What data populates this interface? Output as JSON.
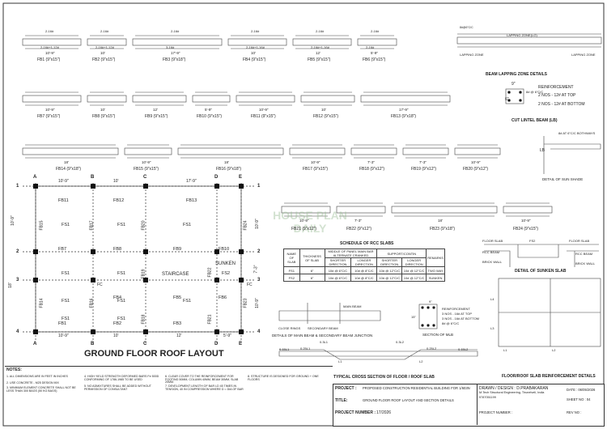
{
  "title": "GROUND FLOOR ROOF LAYOUT",
  "beams_row1": [
    {
      "label": "FB1 (9\"x15\")",
      "bars_top": "2-16#",
      "bars_bot": "2-16#+1-12#",
      "span": "10'-9\""
    },
    {
      "label": "FB2 (9\"x15\")",
      "bars_top": "2-16#",
      "bars_bot": "2-16#+1-12#",
      "span": "10'"
    },
    {
      "label": "FB3 (9\"x18\")",
      "bars_top": "2-16#",
      "bars_bot": "3-16#",
      "span": "17'-9\""
    },
    {
      "label": "FB4 (9\"x15\")",
      "bars_top": "2-16#",
      "bars_bot": "2-16#+1-16#",
      "span": "10'"
    },
    {
      "label": "FB5 (9\"x15\")",
      "bars_top": "2-16#",
      "bars_bot": "2-16#+1-16#",
      "span": "12'"
    },
    {
      "label": "FB6 (9\"x15\")",
      "bars_top": "2-16#",
      "bars_bot": "2-16#",
      "span": "5'-9\""
    }
  ],
  "beams_row2": [
    {
      "label": "FB7 (9\"x15\")",
      "span": "10'-9\""
    },
    {
      "label": "FB8 (9\"x15\")",
      "span": "10'"
    },
    {
      "label": "FB9 (9\"x15\")",
      "span": "12'"
    },
    {
      "label": "FB10 (9\"x15\")",
      "span": "5'-9\""
    },
    {
      "label": "FB11 (9\"x15\")",
      "span": "10'-9\""
    },
    {
      "label": "FB12 (9\"x15\")",
      "span": "10'"
    },
    {
      "label": "FB13 (9\"x18\")",
      "span": "17'-9\""
    }
  ],
  "beams_row3": [
    {
      "label": "FB14 (9\"x18\")",
      "span": "18'"
    },
    {
      "label": "FB15 (9\"x15\")",
      "span": "10'-9\""
    },
    {
      "label": "FB16 (9\"x18\")",
      "span": "18'"
    },
    {
      "label": "FB17 (9\"x15\")",
      "span": "10'-9\""
    },
    {
      "label": "FB18 (9\"x12\")",
      "span": "7'-3\""
    },
    {
      "label": "FB19 (9\"x12\")",
      "span": "7'-3\""
    },
    {
      "label": "FB20 (9\"x12\")",
      "span": "10'-9\""
    }
  ],
  "beams_row4": [
    {
      "label": "FB21 (9\"x12\")",
      "span": "10'-9\""
    },
    {
      "label": "FB22 (9\"x12\")",
      "span": "7'-3\""
    },
    {
      "label": "FB23 (9\"x18\")",
      "span": "18'"
    },
    {
      "label": "FB24 (9\"x15\")",
      "span": "10'-9\""
    }
  ],
  "lapping": {
    "title": "BEAM LAPPING ZONE DETAILS",
    "zone": "LAPPING ZONE(L/2)",
    "left": "LAPPING ZONE",
    "right": "LAPPING ZONE",
    "spacing": "8#@6\"C/C"
  },
  "lintel": {
    "title": "CUT LINTEL BEAM (LB)",
    "reinf": "REINFORCEMENT",
    "top": "2 NOS - 12# AT TOP",
    "bottom": "2 NOS - 12# AT BOTTOM",
    "stirrup": "8# @ 6\"C/C",
    "w": "9\"",
    "d": "6\""
  },
  "sunshade": {
    "title": "DETAIL OF SUN SHADE",
    "note": "8# AT 6\"C/C BOTHWAYS",
    "lb": "LB"
  },
  "grid": {
    "cols": [
      "A",
      "B",
      "C",
      "D",
      "E"
    ],
    "rows": [
      "1",
      "2",
      "3",
      "4"
    ],
    "top_dims": [
      "10'-9\"",
      "10'",
      "17'-9\""
    ],
    "bot_dims": [
      "10'-9\"",
      "10'",
      "12'",
      "5'-9\""
    ],
    "left_dims": [
      "10'-9\"",
      "18'"
    ],
    "right_dims": [
      "10'-9\"",
      "7'-3\"",
      "10'-9\""
    ]
  },
  "rooms": {
    "fs1": "FS1",
    "fs2": "FS2",
    "staircase": "STAIRCASE",
    "sunken": "SUNKEN",
    "fc": "FC"
  },
  "plan_beams": {
    "top": [
      "FB11",
      "FB12",
      "FB13"
    ],
    "mid": [
      "FB7",
      "FB8",
      "FB9",
      "FB10"
    ],
    "mid2": [
      "FB3",
      "FB4",
      "FB5",
      "FB6"
    ],
    "bot": [
      "FB1",
      "FB2",
      "FB3"
    ],
    "vert": [
      "FB15",
      "FB17",
      "FB20",
      "FB24",
      "FB19",
      "FB22",
      "FB14",
      "FB16",
      "FB18",
      "FB21",
      "FB23"
    ]
  },
  "schedule": {
    "title": "SCHEDULE OF RCC SLABS",
    "headers": [
      "NAME OF SLAB",
      "THICKNESS OF SLAB",
      "SHORTER DIRECTION",
      "LONGER DIRECTION",
      "SHORTER DIRECTION",
      "LONGER DIRECTION",
      "REMARKS"
    ],
    "group1": "MIDDLE OF PANEL MAIN BAR ALTERNATE CRANKED",
    "group2": "SUPPORT/CONTIN",
    "rows": [
      [
        "FS1",
        "6\"",
        "10# @ 6\"C/C",
        "10# @ 8\"C/C",
        "10# @ 12\"C/C",
        "10# @ 12\"C/C",
        "TWO WAY"
      ],
      [
        "FS2",
        "6\"",
        "10# @ 6\"C/C",
        "10# @ 8\"C/C",
        "10# @ 12\"C/C",
        "10# @ 12\"C/C",
        "SUNKEN"
      ]
    ]
  },
  "sunken_detail": {
    "title": "DETAIL OF SUNKEN SLAB",
    "labels": [
      "FLOOR SLAB",
      "FS2",
      "FLOOR SLAB",
      "RCC BEAM",
      "BRICK WALL",
      "RCC BEAM",
      "BRICK WALL"
    ]
  },
  "beam_junction": {
    "title": "DETAILS OF MAIN BEAM & SECONDARY BEAM JUNCTION",
    "main": "MAIN BEAM",
    "secondary": "SECONDARY BEAM",
    "rings": "CLOSE RINGS"
  },
  "mlb": {
    "title": "SECTION OF MLB",
    "reinf": "REINFORCEMENT",
    "top": "3 NOS - 16# AT TOP",
    "bottom": "3 NOS - 16# AT BOTTOM",
    "stir": "8# @ 6\"C/C",
    "w": "9\"",
    "d": "15\""
  },
  "floor_slab_section": {
    "title": "TYPICAL CROSS SECTION OF FLOOR / ROOF SLAB",
    "labels": [
      "0.3L1",
      "0.3L2",
      "0.25L1",
      "0.25L2",
      "L1",
      "L2",
      "0.15L1",
      "0.15L2"
    ]
  },
  "reinforcement_details": {
    "title": "FLOOR/ROOF SLAB REINFORCEMENT DETAILS",
    "l_labels": [
      "L1",
      "L2",
      "L3",
      "L4"
    ]
  },
  "notes": {
    "title": "NOTES:",
    "items": [
      "1. ALL DIMENSIONS ARE IN FEET IN INCHES",
      "2. USE CONCRETE - M25 DESIGN MIX",
      "3. MINIMUM ELEMENT CONCRETE SHALL NOT BE LESS THAN 300 BAGS (50 KG BAGS)",
      "4. HIGH YIELD STRENGTH DEFORMED BARS Fe 500D CONFORMING OF 1786-1985 TO BE USED",
      "5. NO ADMIXTURES SHALL BE ADDED WITHOUT PERMISSION OF CONSULTANT",
      "6. CLEAR COVER TO THE REINFORCEMENT FOR FOOTING 50MM, COLUMN 40MM, BEAM 30MM, SLAB 20MM.",
      "7. DEVELOPMENT LENGTH OF BAR LD 45 TIMES IN TENSION, 40 IN COMPRESSION WHERE D = DIA OF BAR",
      "8. STRUCTURE IS DESIGNED FOR GROUND + ONE FLOORS"
    ]
  },
  "title_block": {
    "project_label": "PROJECT :",
    "project": "PROPOSED CONSTRUCTION RESIDENTIAL BUILDING FOR 1/603N",
    "title_label": "TITLE:",
    "title": "GROUND FLOOR ROOF LAYOUT AND SECTION DETAILS",
    "project_number_label": "PROJECT NUMBER :",
    "project_number": "17/2026",
    "drawn": "DRAWN / DESIGN :  D.PRABAKARAN",
    "firm": "M.Tech Structural Engineering, Tirunelveli, India",
    "phone": "9787051199",
    "date": "DATE : 06/05/2026",
    "sheet": "SHEET NO : 04",
    "rev": "REV NO : "
  },
  "watermark": "HOUSE PLAN DAILY"
}
